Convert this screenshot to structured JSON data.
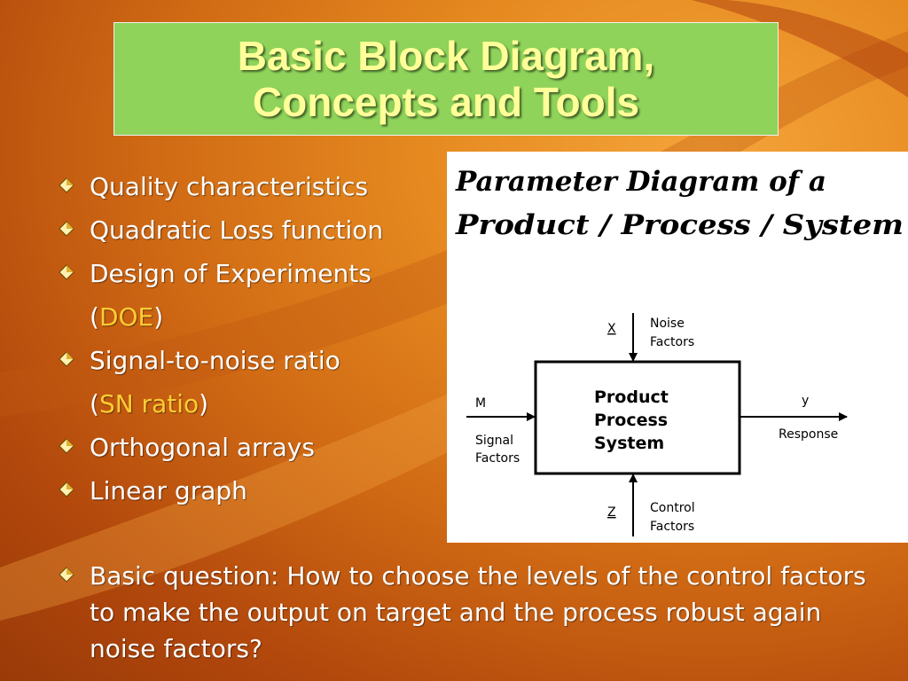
{
  "slide": {
    "title_line1": "Basic Block Diagram,",
    "title_line2": "Concepts and Tools"
  },
  "bullets": [
    {
      "text": "Quality characteristics"
    },
    {
      "text": "Quadratic Loss function"
    },
    {
      "text": "Design of Experiments"
    },
    {
      "open": "(",
      "highlight": "DOE",
      "close": ")"
    },
    {
      "text": "Signal-to-noise ratio"
    },
    {
      "open": "(",
      "highlight": "SN ratio",
      "close": ")"
    },
    {
      "text": "Orthogonal arrays"
    },
    {
      "text": "Linear graph"
    }
  ],
  "bottom_bullet": {
    "text": "Basic question: How to choose the levels of the control factors to make the output on target and the process robust again noise factors?"
  },
  "diagram": {
    "heading_line1": "Parameter Diagram  of a",
    "heading_line2": "Product / Process / System",
    "box_line1": "Product",
    "box_line2": "Process",
    "box_line3": "System",
    "noise_var": "X",
    "noise_line1": "Noise",
    "noise_line2": "Factors",
    "signal_var": "M",
    "signal_line1": "Signal",
    "signal_line2": "Factors",
    "response_var": "y",
    "response_label": "Response",
    "control_var": "Z",
    "control_line1": "Control",
    "control_line2": "Factors"
  },
  "colors": {
    "title_bg": "#8fd35a",
    "title_text": "#ffff99",
    "highlight": "#ffcc33",
    "body_text": "#ffffff"
  }
}
